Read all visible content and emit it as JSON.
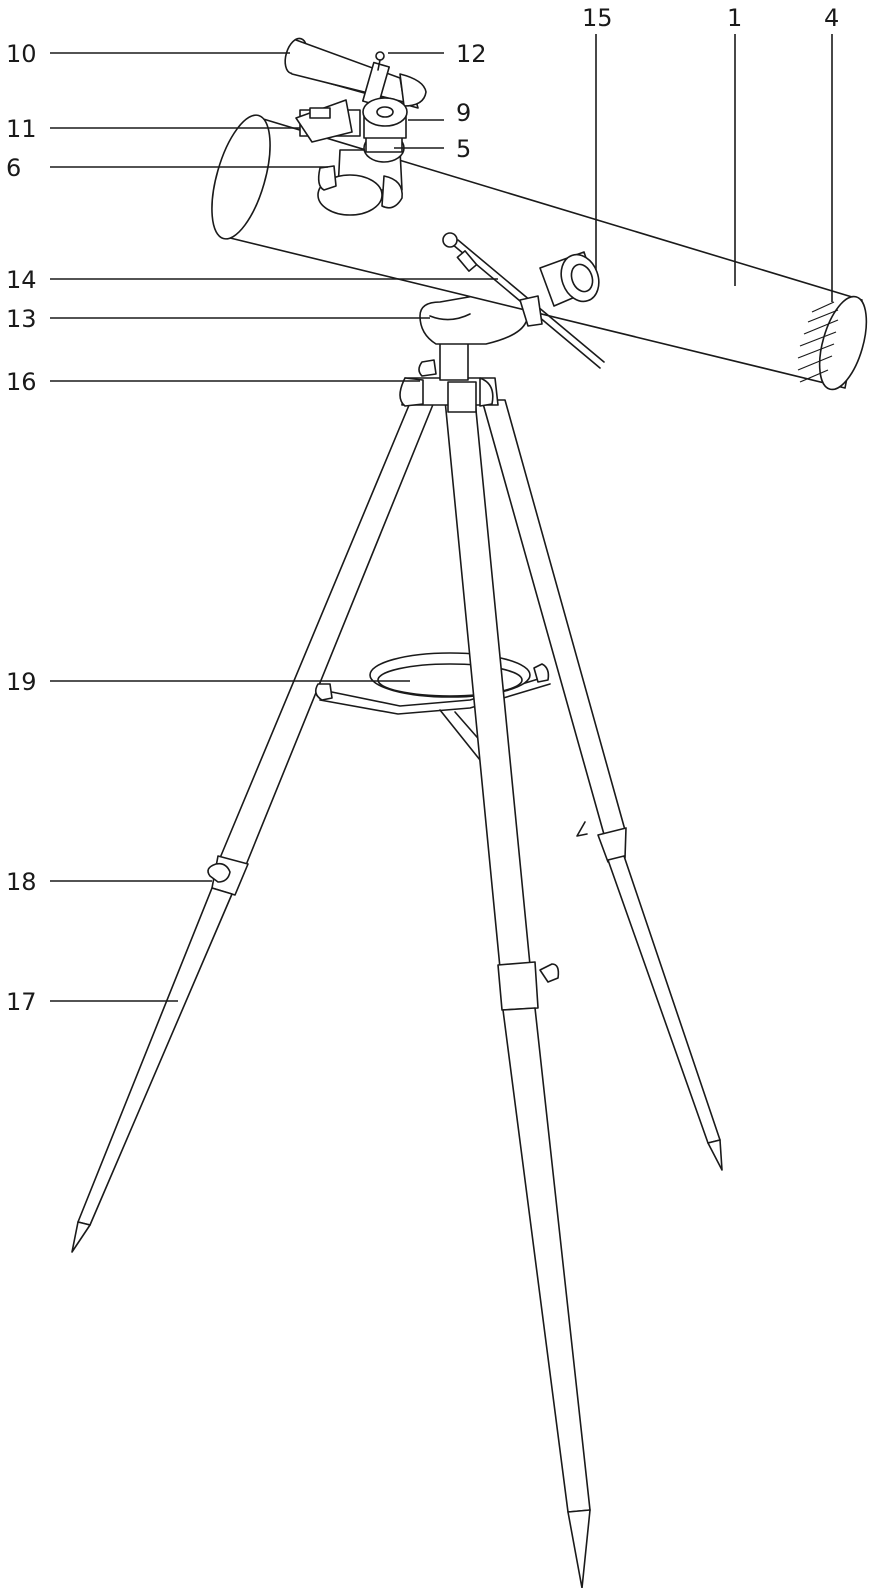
{
  "callouts": {
    "c10": "10",
    "c11": "11",
    "c6": "6",
    "c12": "12",
    "c9": "9",
    "c5": "5",
    "c15": "15",
    "c1": "1",
    "c4": "4",
    "c14": "14",
    "c13": "13",
    "c16": "16",
    "c19": "19",
    "c18": "18",
    "c17": "17"
  },
  "colors": {
    "ink": "#1a1a1a",
    "background": "#ffffff"
  }
}
